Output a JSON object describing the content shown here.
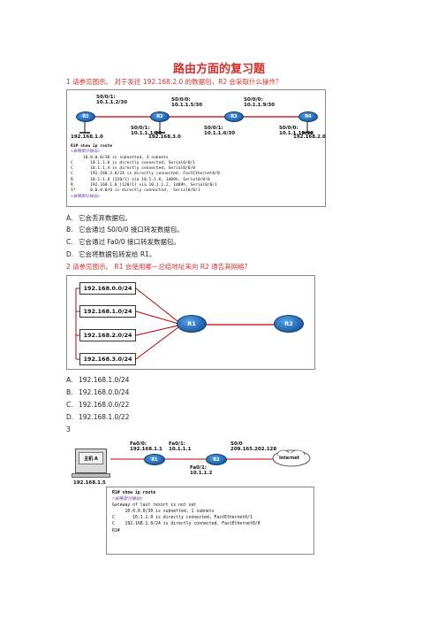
{
  "title": "路由方面的复习题",
  "q1": {
    "question": "1 请参见图示。 对于发往 192.168.2.0 的数据包，R2 会采取什么操作？",
    "routers": [
      "R1",
      "R2",
      "R3",
      "R4"
    ],
    "links": [
      {
        "iface": "S0/0/1:",
        "ip": "10.1.1.2/30"
      },
      {
        "iface": "S0/0/1:",
        "ip": "10.1.1.1/30"
      },
      {
        "iface": "S0/0/0:",
        "ip": "10.1.1.5/30"
      },
      {
        "iface": "S0/0/1:",
        "ip": "10.1.1.6/30"
      },
      {
        "iface": "S0/0/0:",
        "ip": "10.1.1.9/30"
      },
      {
        "iface": "S0/0/0:",
        "ip": "10.1.1.10/30"
      }
    ],
    "lans": [
      "192.168.1.0",
      "192.168.3.0",
      "192.168.2.0"
    ],
    "terminal": [
      "R1# show ip route",
      "<省略部分输出>",
      "     10.0.0.0/30 is subnetted, 3 subnets",
      "C       10.1.1.0 is directly connected, Serial0/0/1",
      "C       10.1.1.4 is directly connected, Serial0/0/0",
      "C       192.168.3.0/24 is directly connected, FastEthernet0/0",
      "R       10.1.1.8 [120/1] via 10.1.1.6, 1d09h, Serial0/0/0",
      "R       192.168.1.0 [120/1] via 10.1.1.2, 1d09h, Serial0/0/1",
      "S*      0.0.0.0/0 is directly connected,  Serial0/0/1",
      "<省略部分输出>"
    ],
    "options": [
      {
        "key": "A.",
        "text": "它会丢弃数据包。"
      },
      {
        "key": "B.",
        "text": "它会通过 S0/0/0 接口转发数据包。"
      },
      {
        "key": "C.",
        "text": "它会通过 Fa0/0 接口转发数据包。"
      },
      {
        "key": "D.",
        "text": "它会将数据包转发给 R1。"
      }
    ]
  },
  "q2": {
    "question": "2 请参见图示。 R1 会使用哪一总结地址来向 R2 通告其网络？",
    "networks": [
      "192.168.0.0/24",
      "192.168.1.0/24",
      "192.168.2.0/24",
      "192.168.3.0/24"
    ],
    "routers": [
      "R1",
      "R2"
    ],
    "options": [
      {
        "key": "A.",
        "text": "192.168.1.0/24"
      },
      {
        "key": "B.",
        "text": "192.168.0.0/24"
      },
      {
        "key": "C.",
        "text": "192.168.0.0/22"
      },
      {
        "key": "D.",
        "text": "192.168.1.0/22"
      }
    ]
  },
  "q3": {
    "number": "3",
    "host_label": "主机 A",
    "host_ip": "192.168.1.5",
    "labels": {
      "r1_fa": "Fa0/0:",
      "r1_fa_ip": "192.168.1.1",
      "r2_fa": "Fa0/1:",
      "r2_fa_ip": "10.1.1.1",
      "fa_mid": "Fa0/1:",
      "fa_mid_ip": "10.1.1.2",
      "s0": "S0/0",
      "s0_ip": "209.165.202.128",
      "internet": "Internet"
    },
    "routers": [
      "R1",
      "R2"
    ],
    "terminal": [
      "R1# show ip route",
      "",
      "<省略部分输出>",
      "",
      "Gateway of last resort is not set",
      "",
      "     10.0.0.0/30 is subnetted, 1 subnets",
      "C       10.1.1.0 is directly connected, FastEthernet0/1",
      "C    192.168.1.0/24 is directly connected, FastEthernet0/0",
      "R1#"
    ]
  }
}
